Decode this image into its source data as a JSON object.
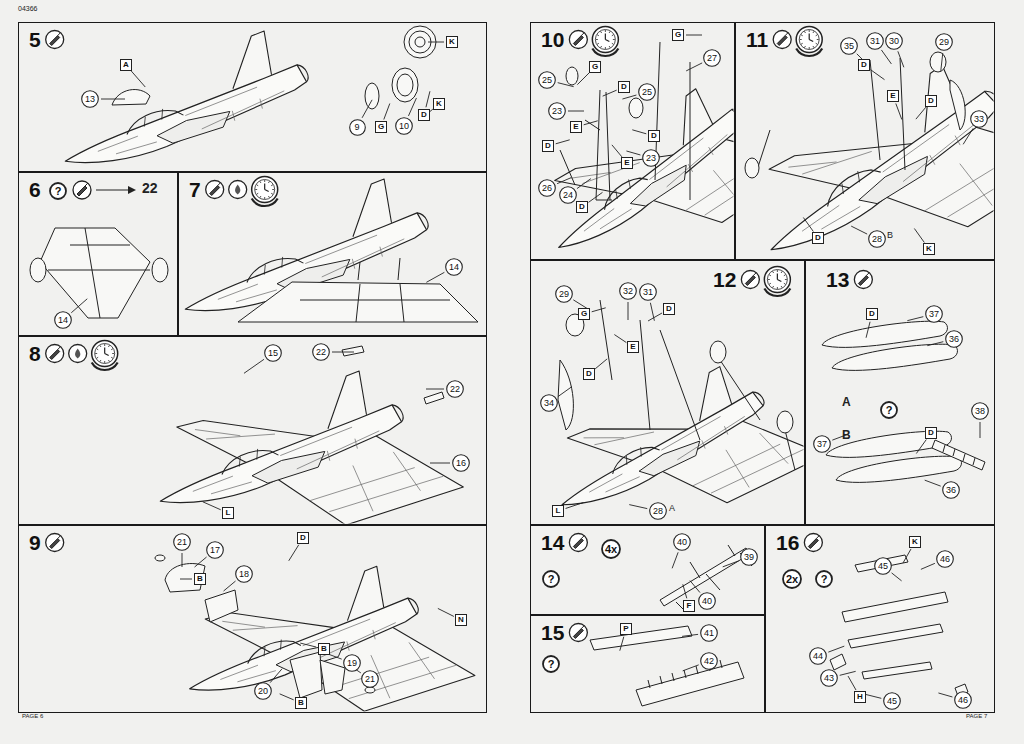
{
  "diagram": {
    "nodes": [
      {
        "text": [
          "5"
        ]
      },
      {
        "text": [
          "A"
        ],
        "in": 0
      },
      {
        "text": [
          "13"
        ],
        "in": 0
      },
      {
        "text": [
          "K"
        ],
        "in": 0
      },
      {
        "text": [
          "K"
        ],
        "in": 0
      },
      {
        "text": [
          "9"
        ],
        "in": 0
      },
      {
        "text": [
          "G"
        ],
        "in": 0
      },
      {
        "text": [
          "10"
        ],
        "in": 0
      },
      {
        "text": [
          "D"
        ],
        "in": 0
      },
      {
        "text": [
          "6"
        ]
      },
      {
        "text": [
          "?"
        ],
        "in": 9
      },
      {
        "text": [
          "14"
        ],
        "in": 9
      },
      {
        "text": [
          "7"
        ]
      },
      {
        "text": [
          "14"
        ],
        "in": 12
      },
      {
        "text": [
          "8"
        ]
      },
      {
        "text": [
          "15"
        ],
        "in": 14
      },
      {
        "text": [
          "22"
        ],
        "in": 14
      },
      {
        "text": [
          "22"
        ],
        "in": 14
      },
      {
        "text": [
          "16"
        ],
        "in": 14
      },
      {
        "text": [
          "L"
        ],
        "in": 14
      },
      {
        "text": [
          "9"
        ]
      },
      {
        "text": [
          "21"
        ],
        "in": 20
      },
      {
        "text": [
          "17"
        ],
        "in": 20
      },
      {
        "text": [
          "B"
        ],
        "in": 20
      },
      {
        "text": [
          "18"
        ],
        "in": 20
      },
      {
        "text": [
          "D"
        ],
        "in": 20
      },
      {
        "text": [
          "B"
        ],
        "in": 20
      },
      {
        "text": [
          "N"
        ],
        "in": 20
      },
      {
        "text": [
          "19"
        ],
        "in": 20
      },
      {
        "text": [
          "21"
        ],
        "in": 20
      },
      {
        "text": [
          "20"
        ],
        "in": 20
      },
      {
        "text": [
          "B"
        ],
        "in": 20
      },
      {
        "text": [
          "10"
        ]
      },
      {
        "text": [
          "G"
        ],
        "in": 32
      },
      {
        "text": [
          "27"
        ],
        "in": 32
      },
      {
        "text": [
          "25"
        ],
        "in": 32
      },
      {
        "text": [
          "G"
        ],
        "in": 32
      },
      {
        "text": [
          "D"
        ],
        "in": 32
      },
      {
        "text": [
          "25"
        ],
        "in": 32
      },
      {
        "text": [
          "23"
        ],
        "in": 32
      },
      {
        "text": [
          "E"
        ],
        "in": 32
      },
      {
        "text": [
          "D"
        ],
        "in": 32
      },
      {
        "text": [
          "D"
        ],
        "in": 32
      },
      {
        "text": [
          "23"
        ],
        "in": 32
      },
      {
        "text": [
          "E"
        ],
        "in": 32
      },
      {
        "text": [
          "26"
        ],
        "in": 32
      },
      {
        "text": [
          "24"
        ],
        "in": 32
      },
      {
        "text": [
          "D"
        ],
        "in": 32
      },
      {
        "text": [
          "11"
        ]
      },
      {
        "text": [
          "35"
        ],
        "in": 48
      },
      {
        "text": [
          "D"
        ],
        "in": 48
      },
      {
        "text": [
          "31"
        ],
        "in": 48
      },
      {
        "text": [
          "30"
        ],
        "in": 48
      },
      {
        "text": [
          "29"
        ],
        "in": 48
      },
      {
        "text": [
          "E"
        ],
        "in": 48
      },
      {
        "text": [
          "D"
        ],
        "in": 48
      },
      {
        "text": [
          "33"
        ],
        "in": 48
      },
      {
        "text": [
          "D"
        ],
        "in": 48
      },
      {
        "text": [
          "28"
        ],
        "in": 48
      },
      {
        "text": [
          "K"
        ],
        "in": 48
      },
      {
        "text": [
          "12"
        ]
      },
      {
        "text": [
          "29"
        ],
        "in": 60
      },
      {
        "text": [
          "G"
        ],
        "in": 60
      },
      {
        "text": [
          "32"
        ],
        "in": 60
      },
      {
        "text": [
          "31"
        ],
        "in": 60
      },
      {
        "text": [
          "D"
        ],
        "in": 60
      },
      {
        "text": [
          "E"
        ],
        "in": 60
      },
      {
        "text": [
          "D"
        ],
        "in": 60
      },
      {
        "text": [
          "34"
        ],
        "in": 60
      },
      {
        "text": [
          "L"
        ],
        "in": 60
      },
      {
        "text": [
          "28"
        ],
        "in": 60
      },
      {
        "text": [
          "13"
        ]
      },
      {
        "text": [
          "D"
        ],
        "in": 71
      },
      {
        "text": [
          "37"
        ],
        "in": 71
      },
      {
        "text": [
          "36"
        ],
        "in": 71
      },
      {
        "text": [
          "?"
        ],
        "in": 71
      },
      {
        "text": [
          "D"
        ],
        "in": 71
      },
      {
        "text": [
          "38"
        ],
        "in": 71
      },
      {
        "text": [
          "37"
        ],
        "in": 71
      },
      {
        "text": [
          "36"
        ],
        "in": 71
      },
      {
        "text": [
          "14"
        ]
      },
      {
        "text": [
          "4x"
        ],
        "in": 80
      },
      {
        "text": [
          "?"
        ],
        "in": 80
      },
      {
        "text": [
          "40"
        ],
        "in": 80
      },
      {
        "text": [
          "39"
        ],
        "in": 80
      },
      {
        "text": [
          "F"
        ],
        "in": 80
      },
      {
        "text": [
          "40"
        ],
        "in": 80
      },
      {
        "text": [
          "15"
        ]
      },
      {
        "text": [
          "?"
        ],
        "in": 87
      },
      {
        "text": [
          "P"
        ],
        "in": 87
      },
      {
        "text": [
          "41"
        ],
        "in": 87
      },
      {
        "text": [
          "42"
        ],
        "in": 87
      },
      {
        "text": [
          "16"
        ]
      },
      {
        "text": [
          "2x"
        ],
        "in": 92
      },
      {
        "text": [
          "?"
        ],
        "in": 92
      },
      {
        "text": [
          "K"
        ],
        "in": 92
      },
      {
        "text": [
          "46"
        ],
        "in": 92
      },
      {
        "text": [
          "45"
        ],
        "in": 92
      },
      {
        "text": [
          "44"
        ],
        "in": 92
      },
      {
        "text": [
          "43"
        ],
        "in": 92
      },
      {
        "text": [
          "H"
        ],
        "in": 92
      },
      {
        "text": [
          "45"
        ],
        "in": 92
      },
      {
        "text": [
          "46"
        ],
        "in": 92
      }
    ],
    "labels": [
      "04366",
      "22",
      "B",
      "A",
      "A",
      "B",
      "PAGE 6",
      "PAGE 7"
    ]
  }
}
